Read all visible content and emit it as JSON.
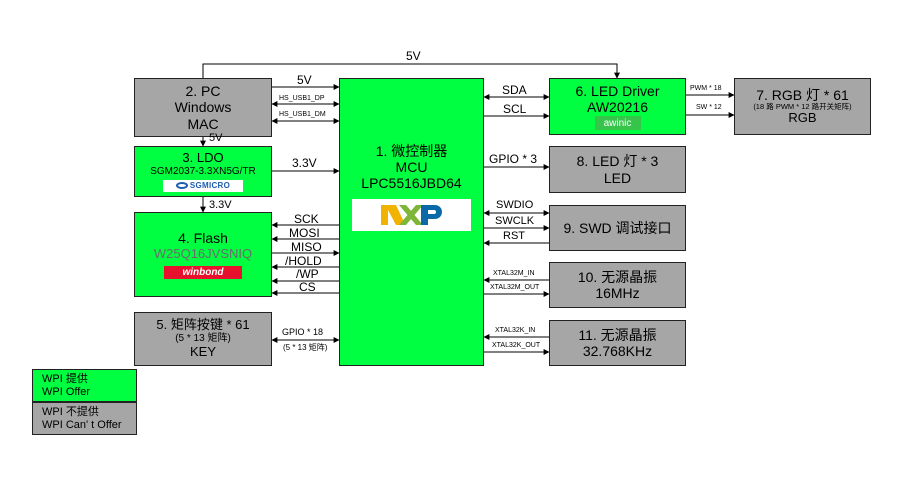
{
  "colors": {
    "wpi_offer": "#00ff40",
    "wpi_not_offer": "#a6a6a6",
    "nxp_x": "#7fb539",
    "nxp_n": "#f2b300",
    "nxp_p": "#0a6aa8",
    "winbond_red": "#e8112d",
    "awinic_green": "#37c44a"
  },
  "top_power": "5V",
  "mcu": {
    "line1": "1. 微控制器",
    "line2": "MCU",
    "line3": "LPC5516JBD64",
    "logo": "NXP"
  },
  "pc": {
    "line1": "2. PC",
    "line2": "Windows",
    "line3": "MAC"
  },
  "ldo": {
    "line1": "3. LDO",
    "line2": "SGM2037-3.3XN5G/TR",
    "logo": "SGMICRO"
  },
  "flash": {
    "line1": "4. Flash",
    "line2": "W25Q16JVSNIQ",
    "logo": "winbond"
  },
  "key": {
    "line1": "5. 矩阵按键 * 61",
    "line2": "(5 * 13 矩阵)",
    "line3": "KEY"
  },
  "led_driver": {
    "line1": "6. LED Driver",
    "line2": "AW20216",
    "logo": "awinic"
  },
  "rgb": {
    "line1": "7. RGB 灯 * 61",
    "line2": "(18 路 PWM * 12 路开关矩阵)",
    "line3": "RGB"
  },
  "led": {
    "line1": "8. LED 灯 * 3",
    "line2": "LED"
  },
  "swd": {
    "line1": "9. SWD 调试接口"
  },
  "xtal32m": {
    "line1": "10. 无源晶振",
    "line2": "16MHz"
  },
  "xtal32k": {
    "line1": "11. 无源晶振",
    "line2": "32.768KHz"
  },
  "signals": {
    "pc_5v": "5V",
    "usb_dp": "HS_USB1_DP",
    "usb_dm": "HS_USB1_DM",
    "ldo_in": "5V",
    "ldo_out": "3.3V",
    "mcu_supply": "3.3V",
    "sck": "SCK",
    "mosi": "MOSI",
    "miso": "MISO",
    "hold": "/HOLD",
    "wp": "/WP",
    "cs": "CS",
    "key_gpio": "GPIO * 18",
    "key_matrix": "(5 * 13 矩阵)",
    "sda": "SDA",
    "scl": "SCL",
    "pwm": "PWM * 18",
    "sw": "SW * 12",
    "led_gpio": "GPIO * 3",
    "swdio": "SWDIO",
    "swclk": "SWCLK",
    "rst": "RST",
    "x32m_in": "XTAL32M_IN",
    "x32m_out": "XTAL32M_OUT",
    "x32k_in": "XTAL32K_IN",
    "x32k_out": "XTAL32K_OUT"
  },
  "legend": {
    "offer_line1": "WPI 提供",
    "offer_line2": "WPI Offer",
    "not_line1": "WPI 不提供",
    "not_line2": "WPI Can' t Offer"
  }
}
